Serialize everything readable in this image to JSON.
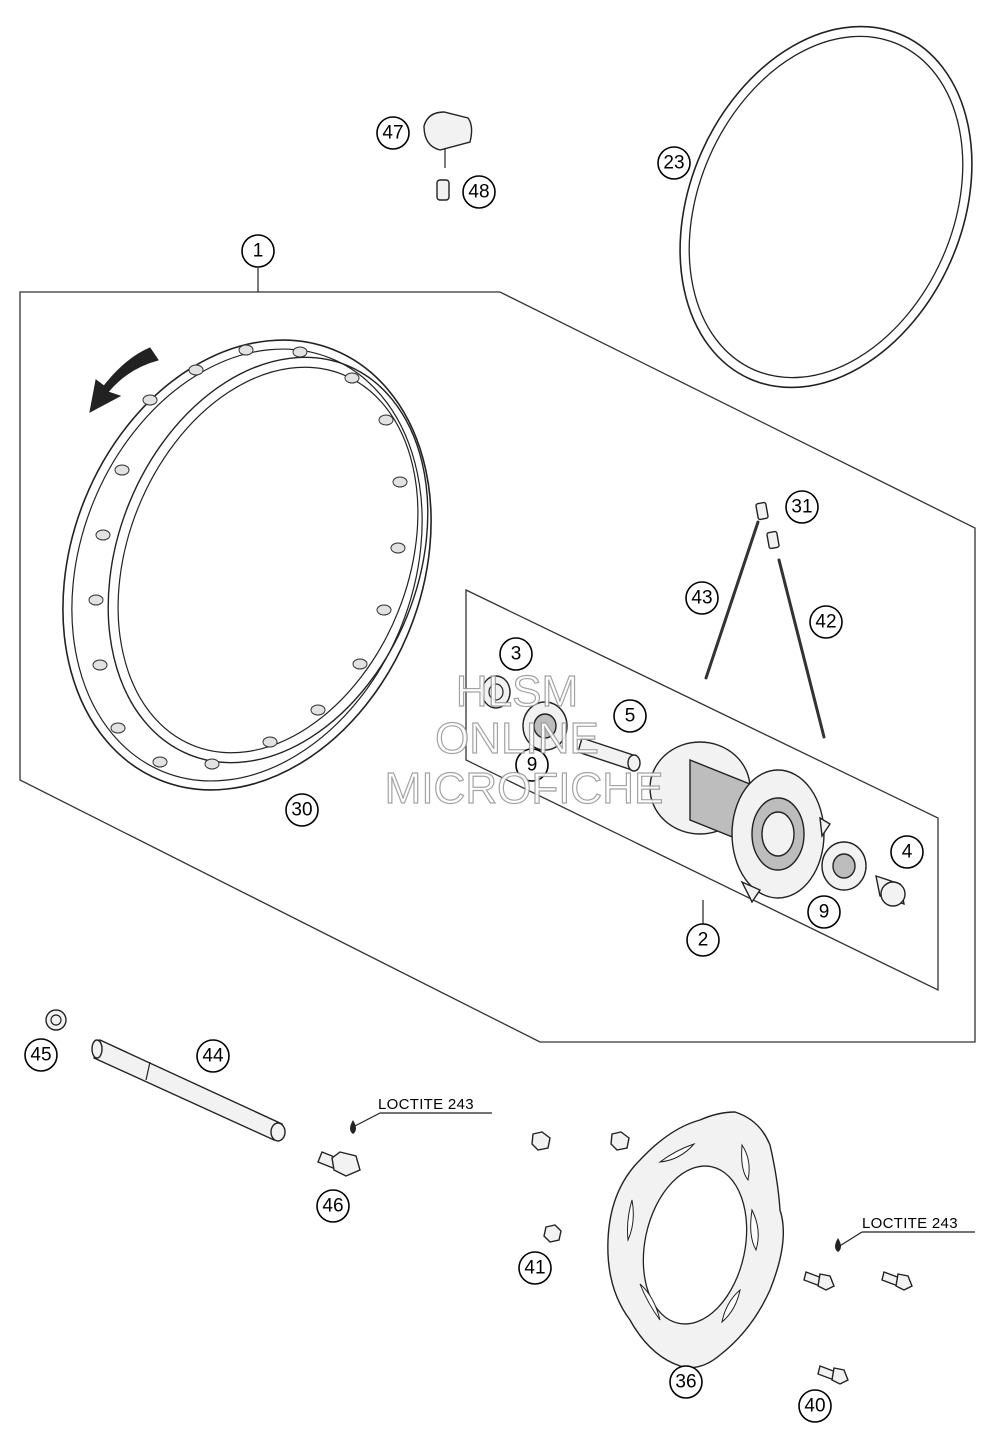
{
  "callouts": [
    "47",
    "48",
    "23",
    "1",
    "31",
    "43",
    "42",
    "3",
    "5",
    "9",
    "30",
    "4",
    "9",
    "2",
    "45",
    "44",
    "46",
    "41",
    "36",
    "40"
  ],
  "notes": [
    "LOCTITE 243",
    "LOCTITE 243"
  ],
  "watermark": [
    "HLSM",
    "ONLINE",
    "MICROFICHE"
  ],
  "icons": [
    "rotation-arrow-icon"
  ]
}
